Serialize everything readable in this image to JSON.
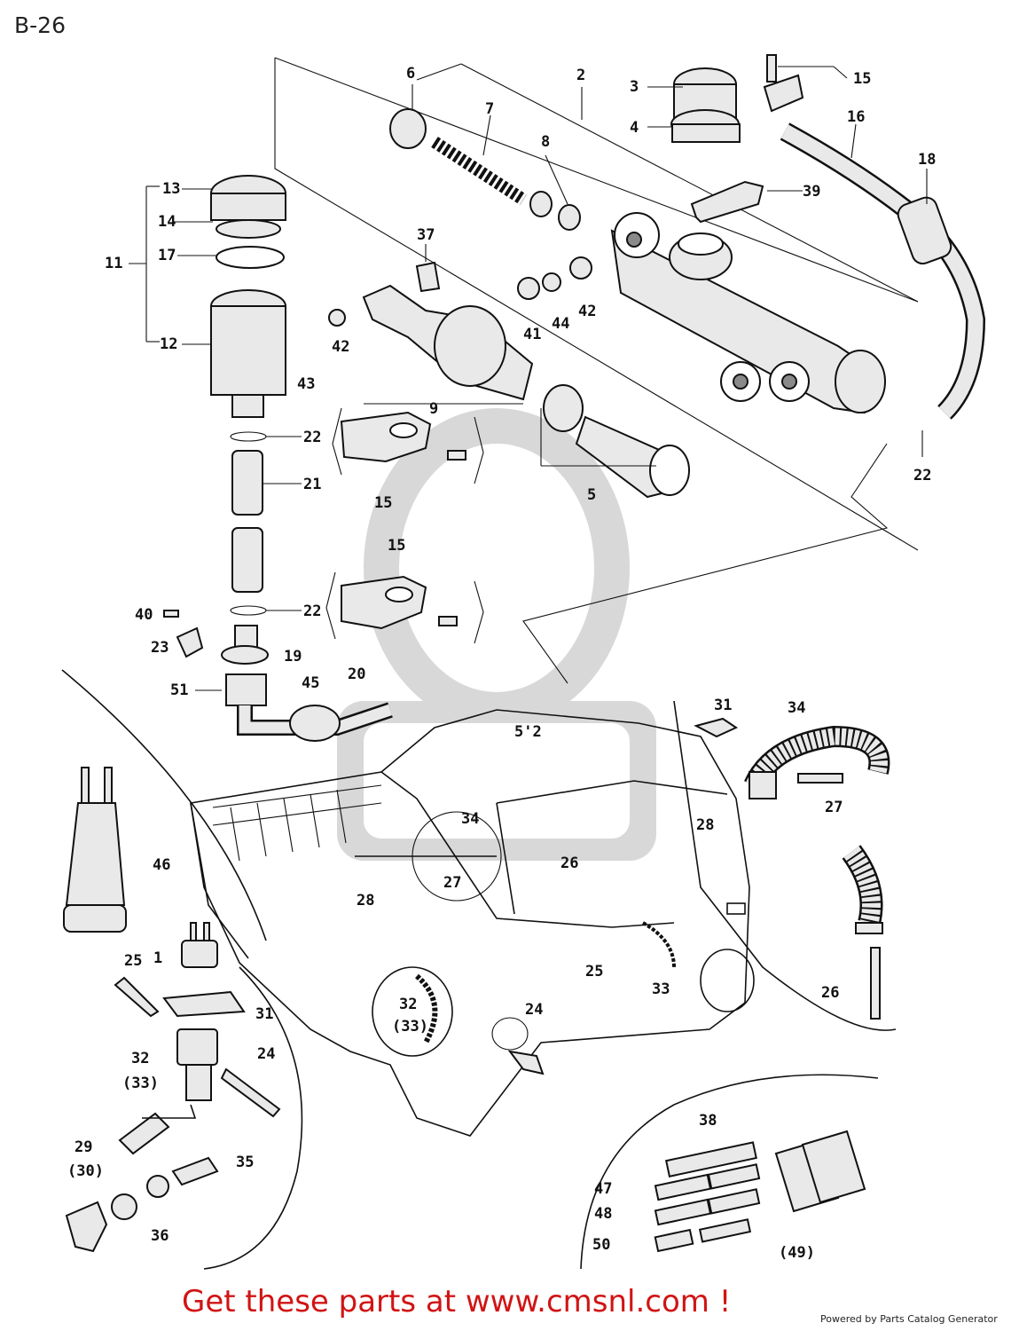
{
  "page_code": "B-26",
  "callout_labels": [
    "1",
    "2",
    "3",
    "4",
    "5",
    "6",
    "7",
    "8",
    "9",
    "11",
    "12",
    "13",
    "14",
    "15",
    "16",
    "17",
    "18",
    "19",
    "20",
    "21",
    "22",
    "23",
    "24",
    "25",
    "26",
    "27",
    "28",
    "29",
    "(30)",
    "31",
    "32",
    "(33)",
    "34",
    "35",
    "36",
    "37",
    "38",
    "39",
    "40",
    "41",
    "42",
    "43",
    "44",
    "45",
    "46",
    "47",
    "48",
    "(49)",
    "50",
    "51",
    "52"
  ],
  "footer": {
    "cta": "Get these parts at www.cmsnl.com !",
    "powered_by": "Powered by Parts Catalog Generator"
  }
}
